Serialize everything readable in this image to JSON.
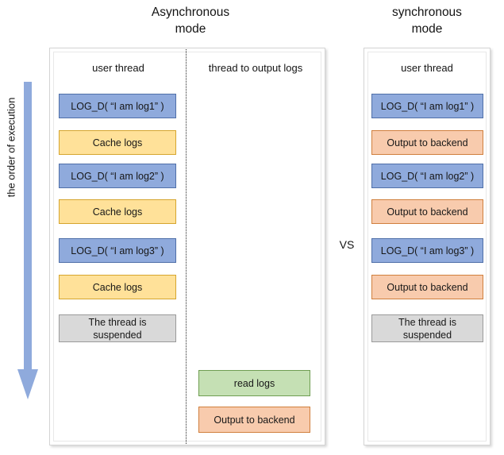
{
  "titles": {
    "async": "Asynchronous\nmode",
    "sync": "synchronous\nmode"
  },
  "comparator": "VS",
  "order_arrow": {
    "label": "the order of execution",
    "color": "#8faadc",
    "direction": "down"
  },
  "colors": {
    "log_call": "#8faadc",
    "log_call_border": "#4f6fa8",
    "cache": "#ffe199",
    "cache_border": "#d6a52e",
    "output": "#f8cbad",
    "output_border": "#d07f3d",
    "read": "#c5e0b4",
    "read_border": "#6f9e52",
    "suspended": "#d9d9d9",
    "suspended_border": "#9a9a9a"
  },
  "async_panel": {
    "columns": [
      {
        "heading": "user thread",
        "steps": [
          {
            "label": "LOG_D( “I am log1” )",
            "kind": "blue"
          },
          {
            "label": "Cache logs",
            "kind": "yellow"
          },
          {
            "label": "LOG_D( “I am log2” )",
            "kind": "blue"
          },
          {
            "label": "Cache logs",
            "kind": "yellow"
          },
          {
            "label": "LOG_D( “I am log3” )",
            "kind": "blue"
          },
          {
            "label": "Cache logs",
            "kind": "yellow"
          },
          {
            "label": "The thread is\nsuspended",
            "kind": "grey"
          }
        ]
      },
      {
        "heading": "thread to output logs",
        "steps": [
          {
            "label": "read logs",
            "kind": "green"
          },
          {
            "label": "Output to backend",
            "kind": "orange"
          }
        ]
      }
    ]
  },
  "sync_panel": {
    "columns": [
      {
        "heading": "user thread",
        "steps": [
          {
            "label": "LOG_D( “I am log1” )",
            "kind": "blue"
          },
          {
            "label": "Output to backend",
            "kind": "orange"
          },
          {
            "label": "LOG_D( “I am log2” )",
            "kind": "blue"
          },
          {
            "label": "Output to backend",
            "kind": "orange"
          },
          {
            "label": "LOG_D( “I am log3” )",
            "kind": "blue"
          },
          {
            "label": "Output to backend",
            "kind": "orange"
          },
          {
            "label": "The thread is\nsuspended",
            "kind": "grey"
          }
        ]
      }
    ]
  }
}
